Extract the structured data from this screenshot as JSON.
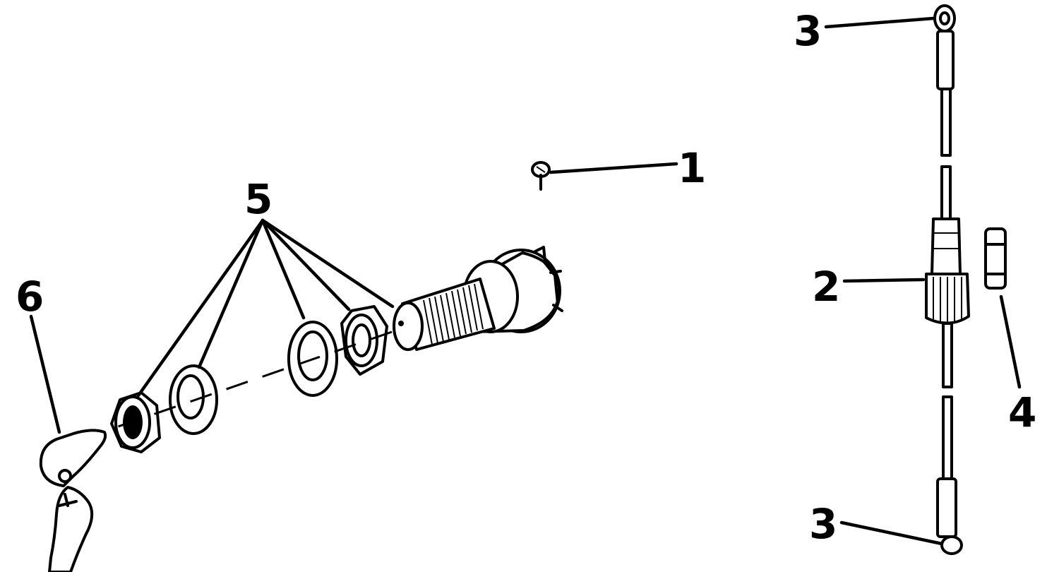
{
  "callouts": [
    {
      "id": "1",
      "label": "1"
    },
    {
      "id": "2",
      "label": "2"
    },
    {
      "id": "3-top",
      "label": "3"
    },
    {
      "id": "3-bottom",
      "label": "3"
    },
    {
      "id": "4",
      "label": "4"
    },
    {
      "id": "5",
      "label": "5"
    },
    {
      "id": "6",
      "label": "6"
    }
  ],
  "colors": {
    "ink": "#000000",
    "paper": "#ffffff"
  }
}
